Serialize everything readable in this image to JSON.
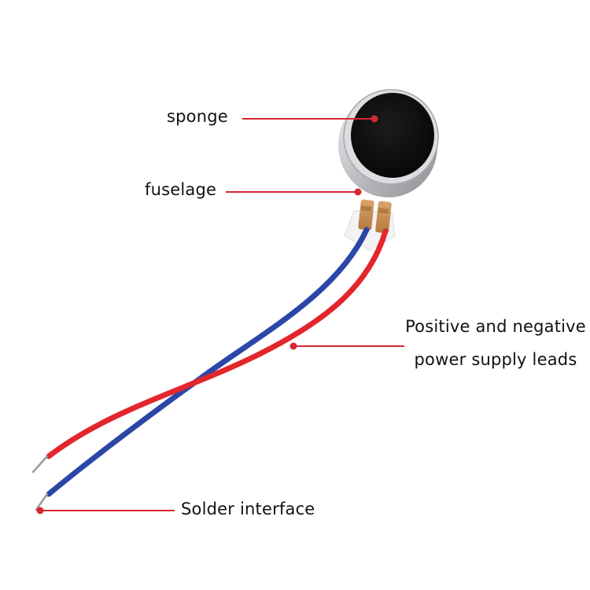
{
  "labels": {
    "sponge": "sponge",
    "fuselage": "fuselage",
    "leads_line1": "Positive and negative",
    "leads_line2": "power supply leads",
    "solder": "Solder interface"
  },
  "colors": {
    "callout": "#d62633",
    "wire_positive": "#e3262d",
    "wire_negative": "#2847a8",
    "sponge": "#101010",
    "casing": "#c7c8cb",
    "terminal": "#c9894f"
  }
}
